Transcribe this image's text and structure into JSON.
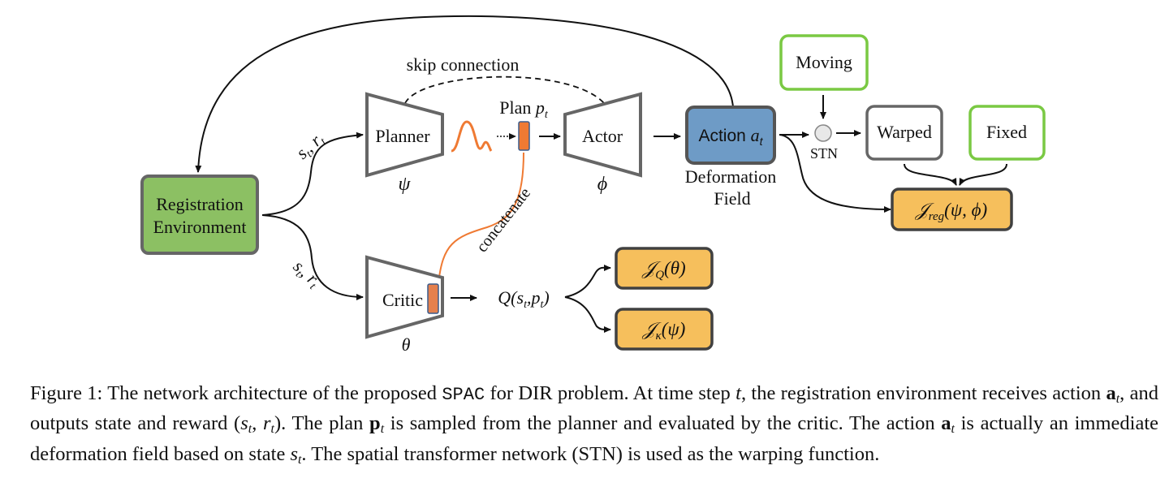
{
  "diagram": {
    "colors": {
      "environment_fill": "#8cc063",
      "action_fill": "#6e9bc6",
      "objective_fill": "#f6bf5c",
      "green_border": "#7ac943",
      "gray_border": "#666666",
      "dark_border": "#404040",
      "orange": "#ef7a33",
      "plan_fill": "#ef7a33",
      "critic_slot_fill": "#e5804d",
      "slot_border": "#3b5c8c",
      "stn_fill": "#e8e8e8"
    },
    "nodes": {
      "environment": {
        "line1": "Registration",
        "line2": "Environment"
      },
      "planner": {
        "label": "Planner",
        "param": "ψ"
      },
      "actor": {
        "label": "Actor",
        "param": "ϕ"
      },
      "critic": {
        "label": "Critic",
        "param": "θ"
      },
      "plan": {
        "label": "Plan ",
        "symbol": "p",
        "sub": "t"
      },
      "action": {
        "label": "Action ",
        "symbol": "a",
        "sub": "t",
        "caption_line1": "Deformation",
        "caption_line2": "Field"
      },
      "moving": {
        "label": "Moving"
      },
      "stn": {
        "label": "STN"
      },
      "warped": {
        "label": "Warped"
      },
      "fixed": {
        "label": "Fixed"
      },
      "q_value": {
        "label": "Q(s",
        "sub1": "t",
        "mid": ",p",
        "sub2": "t",
        "end": ")"
      },
      "j_reg": {
        "symbol": "𝒥",
        "sub": "reg",
        "args": "(ψ, ϕ)"
      },
      "j_q": {
        "symbol": "𝒥",
        "sub": "Q",
        "args": "(θ)"
      },
      "j_kappa": {
        "symbol": "𝒥",
        "sub": "κ",
        "args": "(ψ)"
      }
    },
    "edge_labels": {
      "skip_connection": "skip connection",
      "concatenate": "concatenate",
      "state_reward_top": "s",
      "state_reward_top_sub": "t",
      "state_reward_top_r": ", r",
      "state_reward_top_rsub": "t",
      "state_reward_bottom": "s",
      "state_reward_bottom_sub": "t",
      "state_reward_bottom_r": ", r",
      "state_reward_bottom_rsub": "t"
    }
  },
  "caption": {
    "prefix": "Figure 1: The network architecture of the proposed ",
    "method": "SPAC",
    "part1": " for DIR problem. At time step ",
    "t": "t",
    "part2": ", the registration environment receives action ",
    "a": "a",
    "a_sub": "t",
    "part3": ", and outputs state and reward (",
    "s": "s",
    "s_sub": "t",
    "comma": ", ",
    "r": "r",
    "r_sub": "t",
    "part4": "). The plan ",
    "p": "p",
    "p_sub": "t",
    "part5": " is sampled from the planner and evaluated by the critic. The action ",
    "a2": "a",
    "a2_sub": "t",
    "part6": " is actually an immediate deformation field based on state ",
    "s2": "s",
    "s2_sub": "t",
    "part7": ". The spatial transformer network (STN) is used as the warping function."
  }
}
